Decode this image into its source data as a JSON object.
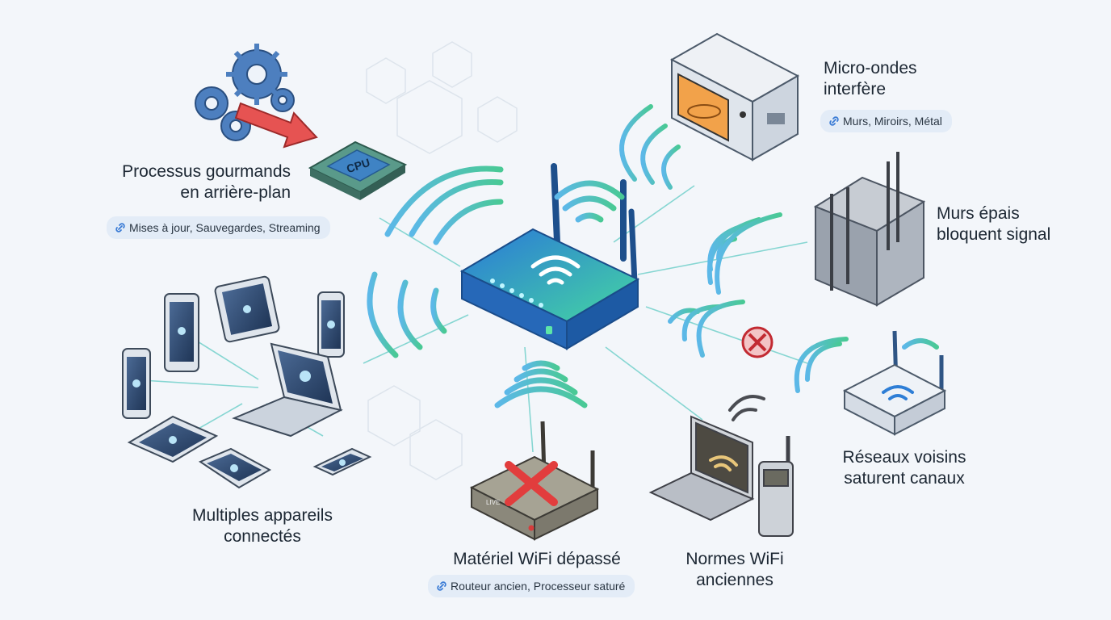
{
  "labels": {
    "processus": {
      "line1": "Processus gourmands",
      "line2": "en arrière-plan",
      "tag": "Mises à jour, Sauvegardes, Streaming"
    },
    "microondes": {
      "line1": "Micro-ondes",
      "line2": "interfère",
      "tag": "Murs, Miroirs, Métal"
    },
    "murs": {
      "line1": "Murs épais",
      "line2": "bloquent signal"
    },
    "appareils": {
      "line1": "Multiples appareils",
      "line2": "connectés"
    },
    "reseaux": {
      "line1": "Réseaux voisins",
      "line2": "saturent canaux"
    },
    "materiel": {
      "line1": "Matériel WiFi dépassé",
      "tag": "Routeur ancien, Processeur saturé"
    },
    "normes": {
      "line1": "Normes WiFi",
      "line2": "anciennes"
    }
  },
  "icons": {
    "chip_text": "CPU",
    "old_router_badge": "LIVE"
  },
  "colors": {
    "router_blue": "#2f7fd6",
    "router_green": "#3fd39a",
    "wave_blue": "#4aa3e0",
    "wave_green": "#45c98f",
    "arrow_red": "#e0504f",
    "line_teal": "#7fd3d0",
    "tag_bg": "#e3ecf7"
  }
}
